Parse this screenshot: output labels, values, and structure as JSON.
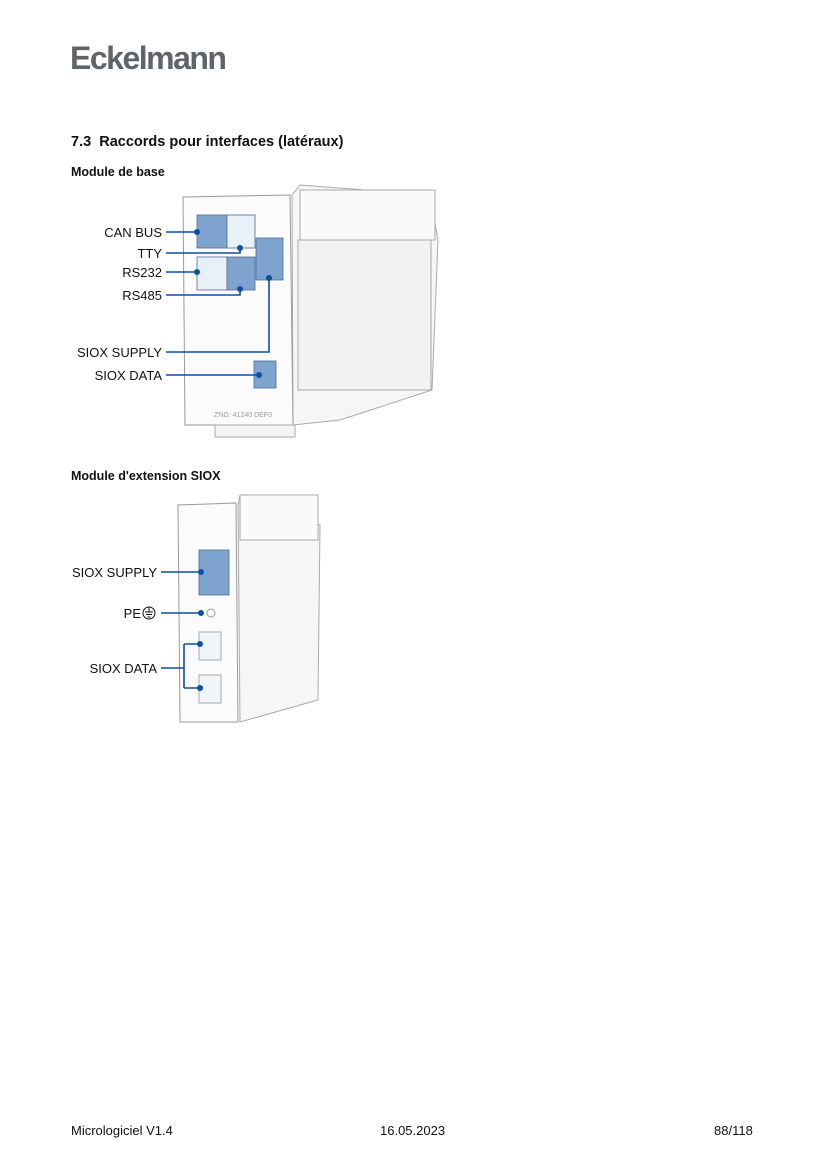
{
  "header": {
    "logo": "Eckelmann"
  },
  "section": {
    "number": "7.3",
    "title": "Raccords pour interfaces (latéraux)"
  },
  "figure1": {
    "title": "Module de base",
    "labels": [
      "CAN BUS",
      "TTY",
      "RS232",
      "RS485",
      "SIOX SUPPLY",
      "SIOX DATA"
    ],
    "drawing_text": "ZNG: 41240 DEF0"
  },
  "figure2": {
    "title": "Module d'extension SIOX",
    "labels": {
      "supply": "SIOX SUPPLY",
      "pe": "PE",
      "data": "SIOX DATA"
    }
  },
  "colors": {
    "accent": "#0d4fa3",
    "connector": "#7fa3cf"
  },
  "footer": {
    "left": "Micrologiciel V1.4",
    "center": "16.05.2023",
    "right": "88/118"
  }
}
